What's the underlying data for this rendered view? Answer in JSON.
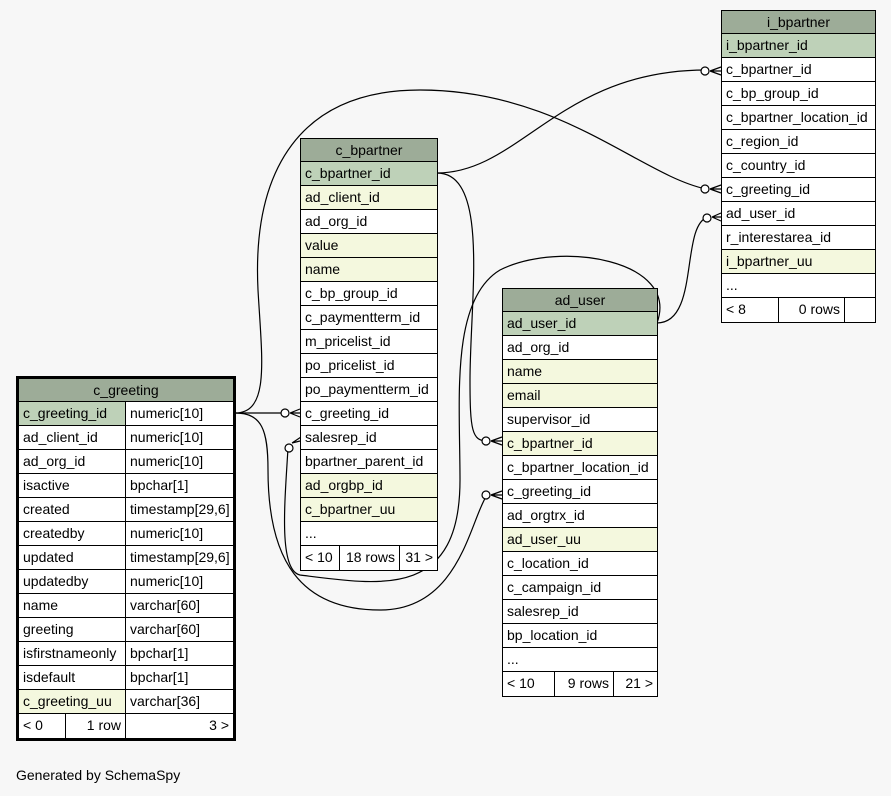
{
  "tables": {
    "c_greeting": {
      "name": "c_greeting",
      "columns": [
        {
          "name": "c_greeting_id",
          "type": "numeric[10]"
        },
        {
          "name": "ad_client_id",
          "type": "numeric[10]"
        },
        {
          "name": "ad_org_id",
          "type": "numeric[10]"
        },
        {
          "name": "isactive",
          "type": "bpchar[1]"
        },
        {
          "name": "created",
          "type": "timestamp[29,6]"
        },
        {
          "name": "createdby",
          "type": "numeric[10]"
        },
        {
          "name": "updated",
          "type": "timestamp[29,6]"
        },
        {
          "name": "updatedby",
          "type": "numeric[10]"
        },
        {
          "name": "name",
          "type": "varchar[60]"
        },
        {
          "name": "greeting",
          "type": "varchar[60]"
        },
        {
          "name": "isfirstnameonly",
          "type": "bpchar[1]"
        },
        {
          "name": "isdefault",
          "type": "bpchar[1]"
        },
        {
          "name": "c_greeting_uu",
          "type": "varchar[36]"
        }
      ],
      "footer": {
        "parents": "< 0",
        "rows": "1 row",
        "children": "3 >"
      }
    },
    "c_bpartner": {
      "name": "c_bpartner",
      "columns": [
        "c_bpartner_id",
        "ad_client_id",
        "ad_org_id",
        "value",
        "name",
        "c_bp_group_id",
        "c_paymentterm_id",
        "m_pricelist_id",
        "po_pricelist_id",
        "po_paymentterm_id",
        "c_greeting_id",
        "salesrep_id",
        "bpartner_parent_id",
        "ad_orgbp_id",
        "c_bpartner_uu",
        "..."
      ],
      "footer": {
        "parents": "< 10",
        "rows": "18 rows",
        "children": "31 >"
      }
    },
    "ad_user": {
      "name": "ad_user",
      "columns": [
        "ad_user_id",
        "ad_org_id",
        "name",
        "email",
        "supervisor_id",
        "c_bpartner_id",
        "c_bpartner_location_id",
        "c_greeting_id",
        "ad_orgtrx_id",
        "ad_user_uu",
        "c_location_id",
        "c_campaign_id",
        "salesrep_id",
        "bp_location_id",
        "..."
      ],
      "footer": {
        "parents": "< 10",
        "rows": "9 rows",
        "children": "21 >"
      }
    },
    "i_bpartner": {
      "name": "i_bpartner",
      "columns": [
        "i_bpartner_id",
        "c_bpartner_id",
        "c_bp_group_id",
        "c_bpartner_location_id",
        "c_region_id",
        "c_country_id",
        "c_greeting_id",
        "ad_user_id",
        "r_interestarea_id",
        "i_bpartner_uu",
        "..."
      ],
      "footer": {
        "parents": "< 8",
        "rows": "0 rows",
        "children": ""
      }
    }
  },
  "footer_text": "Generated by SchemaSpy",
  "colors": {
    "header": "#9dac98",
    "primary_key": "#bed1b8",
    "indexed": "#f4f8de",
    "background": "#f7f7f7"
  }
}
